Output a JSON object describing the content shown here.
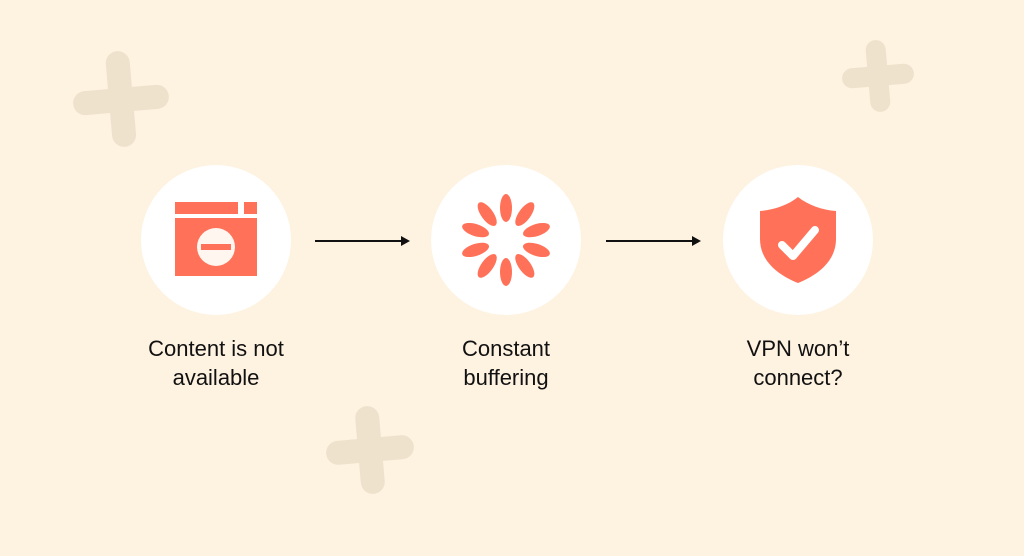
{
  "colors": {
    "background": "#fef2e1",
    "accent": "#ff7259",
    "circle": "#ffffff",
    "plus": "#eee1cc"
  },
  "steps": [
    {
      "icon": "browser-blocked-icon",
      "line1": "Content is not",
      "line2": "available"
    },
    {
      "icon": "loading-spinner-icon",
      "line1": "Constant",
      "line2": "buffering"
    },
    {
      "icon": "shield-check-icon",
      "line1": "VPN won’t",
      "line2": "connect?"
    }
  ]
}
